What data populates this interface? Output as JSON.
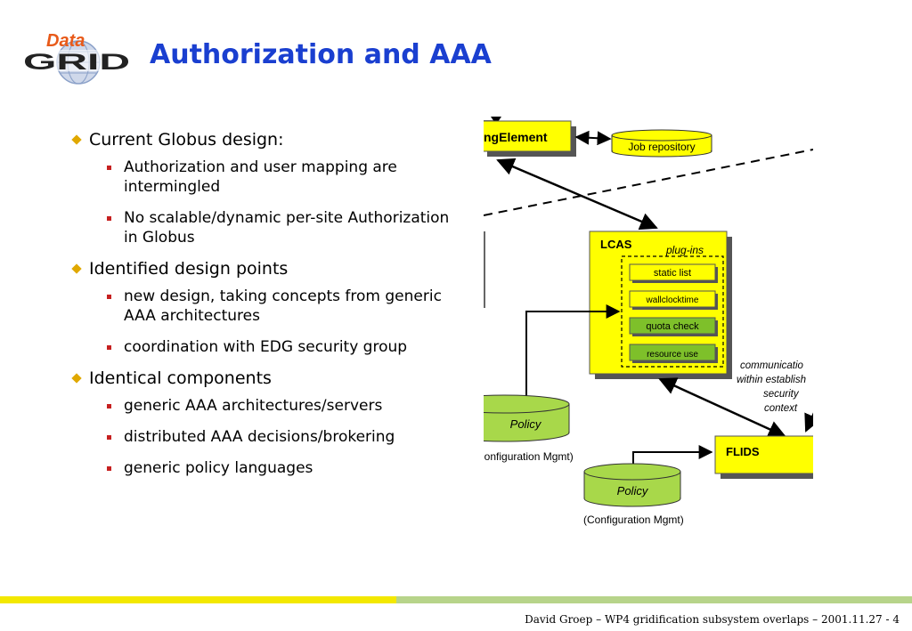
{
  "logo": {
    "top_word": "Data",
    "bottom_word": "GRID"
  },
  "title": "Authorization and AAA",
  "bullets": [
    {
      "text": "Current Globus design:",
      "sub": [
        "Authorization and user mapping are intermingled",
        "No scalable/dynamic per-site Authorization in Globus"
      ]
    },
    {
      "text": "Identified design points",
      "sub": [
        "new design, taking concepts from generic AAA architectures",
        "coordination with EDG security group"
      ]
    },
    {
      "text": "Identical components",
      "sub": [
        "generic AAA architectures/servers",
        "distributed AAA decisions/brokering",
        "generic policy languages"
      ]
    }
  ],
  "diagram": {
    "gatekeeper_label": "ngElement",
    "job_repository": "Job repository",
    "lcas": "LCAS",
    "plugins": "plug-ins",
    "plugin_items": [
      "static list",
      "wallclocktime",
      "quota check",
      "resource use"
    ],
    "policy1": "Policy",
    "config1": "Configuration Mgmt)",
    "policy2": "Policy",
    "config2": "(Configuration Mgmt)",
    "flids": "FLIDS",
    "comm_lines": [
      "communicatio",
      "within establish",
      "security",
      "context"
    ]
  },
  "footer": "David Groep – WP4 gridification subsystem overlaps – 2001.11.27  -  4",
  "colors": {
    "title": "#1a3fd0",
    "box_yellow": "#ffff00",
    "cylinder_green": "#a8d84a",
    "plugin_green": "#7ec02a",
    "footer_bar_yellow": "#f3e800",
    "footer_bar_green": "#b7d48a"
  }
}
